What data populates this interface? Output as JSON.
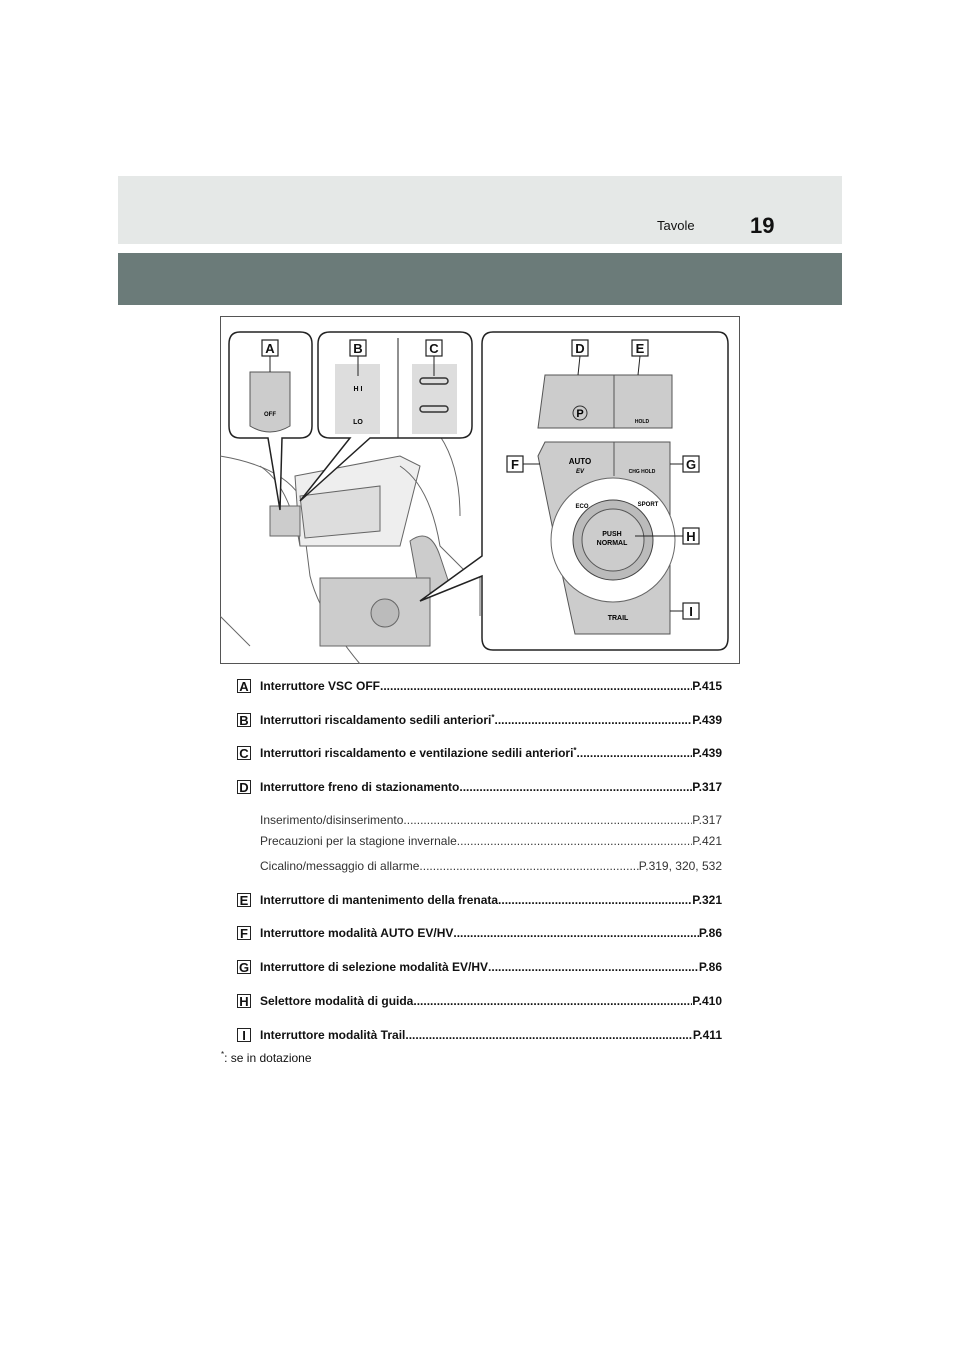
{
  "header": {
    "section": "Tavole",
    "page_number": "19"
  },
  "figure": {
    "callouts": [
      "A",
      "B",
      "C",
      "D",
      "E",
      "F",
      "G",
      "H",
      "I"
    ],
    "labels": {
      "off": "OFF",
      "hi": "H I",
      "lo": "LO",
      "p": "P",
      "hold": "HOLD",
      "auto": "AUTO",
      "ev": "EV",
      "chg_hold": "CHG HOLD",
      "eco": "ECO",
      "sport": "SPORT",
      "push": "PUSH",
      "normal": "NORMAL",
      "trail": "TRAIL"
    }
  },
  "entries": [
    {
      "letter": "A",
      "text": "Interruttore VSC OFF ",
      "ref": "P.415"
    },
    {
      "letter": "B",
      "text": "Interruttori riscaldamento sedili anteriori",
      "star": "*",
      "ref": "P.439"
    },
    {
      "letter": "C",
      "text": "Interruttori riscaldamento e ventilazione sedili anteriori",
      "star": "*",
      "ref": "P.439"
    },
    {
      "letter": "D",
      "text": "Interruttore freno di stazionamento",
      "ref": "P.317"
    },
    {
      "sub": true,
      "text": "Inserimento/disinserimento ",
      "ref": "P.317"
    },
    {
      "sub": true,
      "text": "Precauzioni per la stagione invernale ",
      "ref": "P.421"
    },
    {
      "sub": true,
      "text": "Cicalino/messaggio di allarme",
      "ref": "P.319, 320, 532"
    },
    {
      "letter": "E",
      "text": "Interruttore di mantenimento della frenata ",
      "ref": "P.321"
    },
    {
      "letter": "F",
      "text": "Interruttore modalità AUTO EV/HV ",
      "ref": "P.86"
    },
    {
      "letter": "G",
      "text": "Interruttore di selezione modalità EV/HV ",
      "ref": "P.86"
    },
    {
      "letter": "H",
      "text": "Selettore modalità di guida ",
      "ref": "P.410"
    },
    {
      "letter": "I",
      "text": "Interruttore modalità Trail",
      "ref": "P.411"
    }
  ],
  "footnote": {
    "star": "*",
    "text": ": se in dotazione"
  }
}
